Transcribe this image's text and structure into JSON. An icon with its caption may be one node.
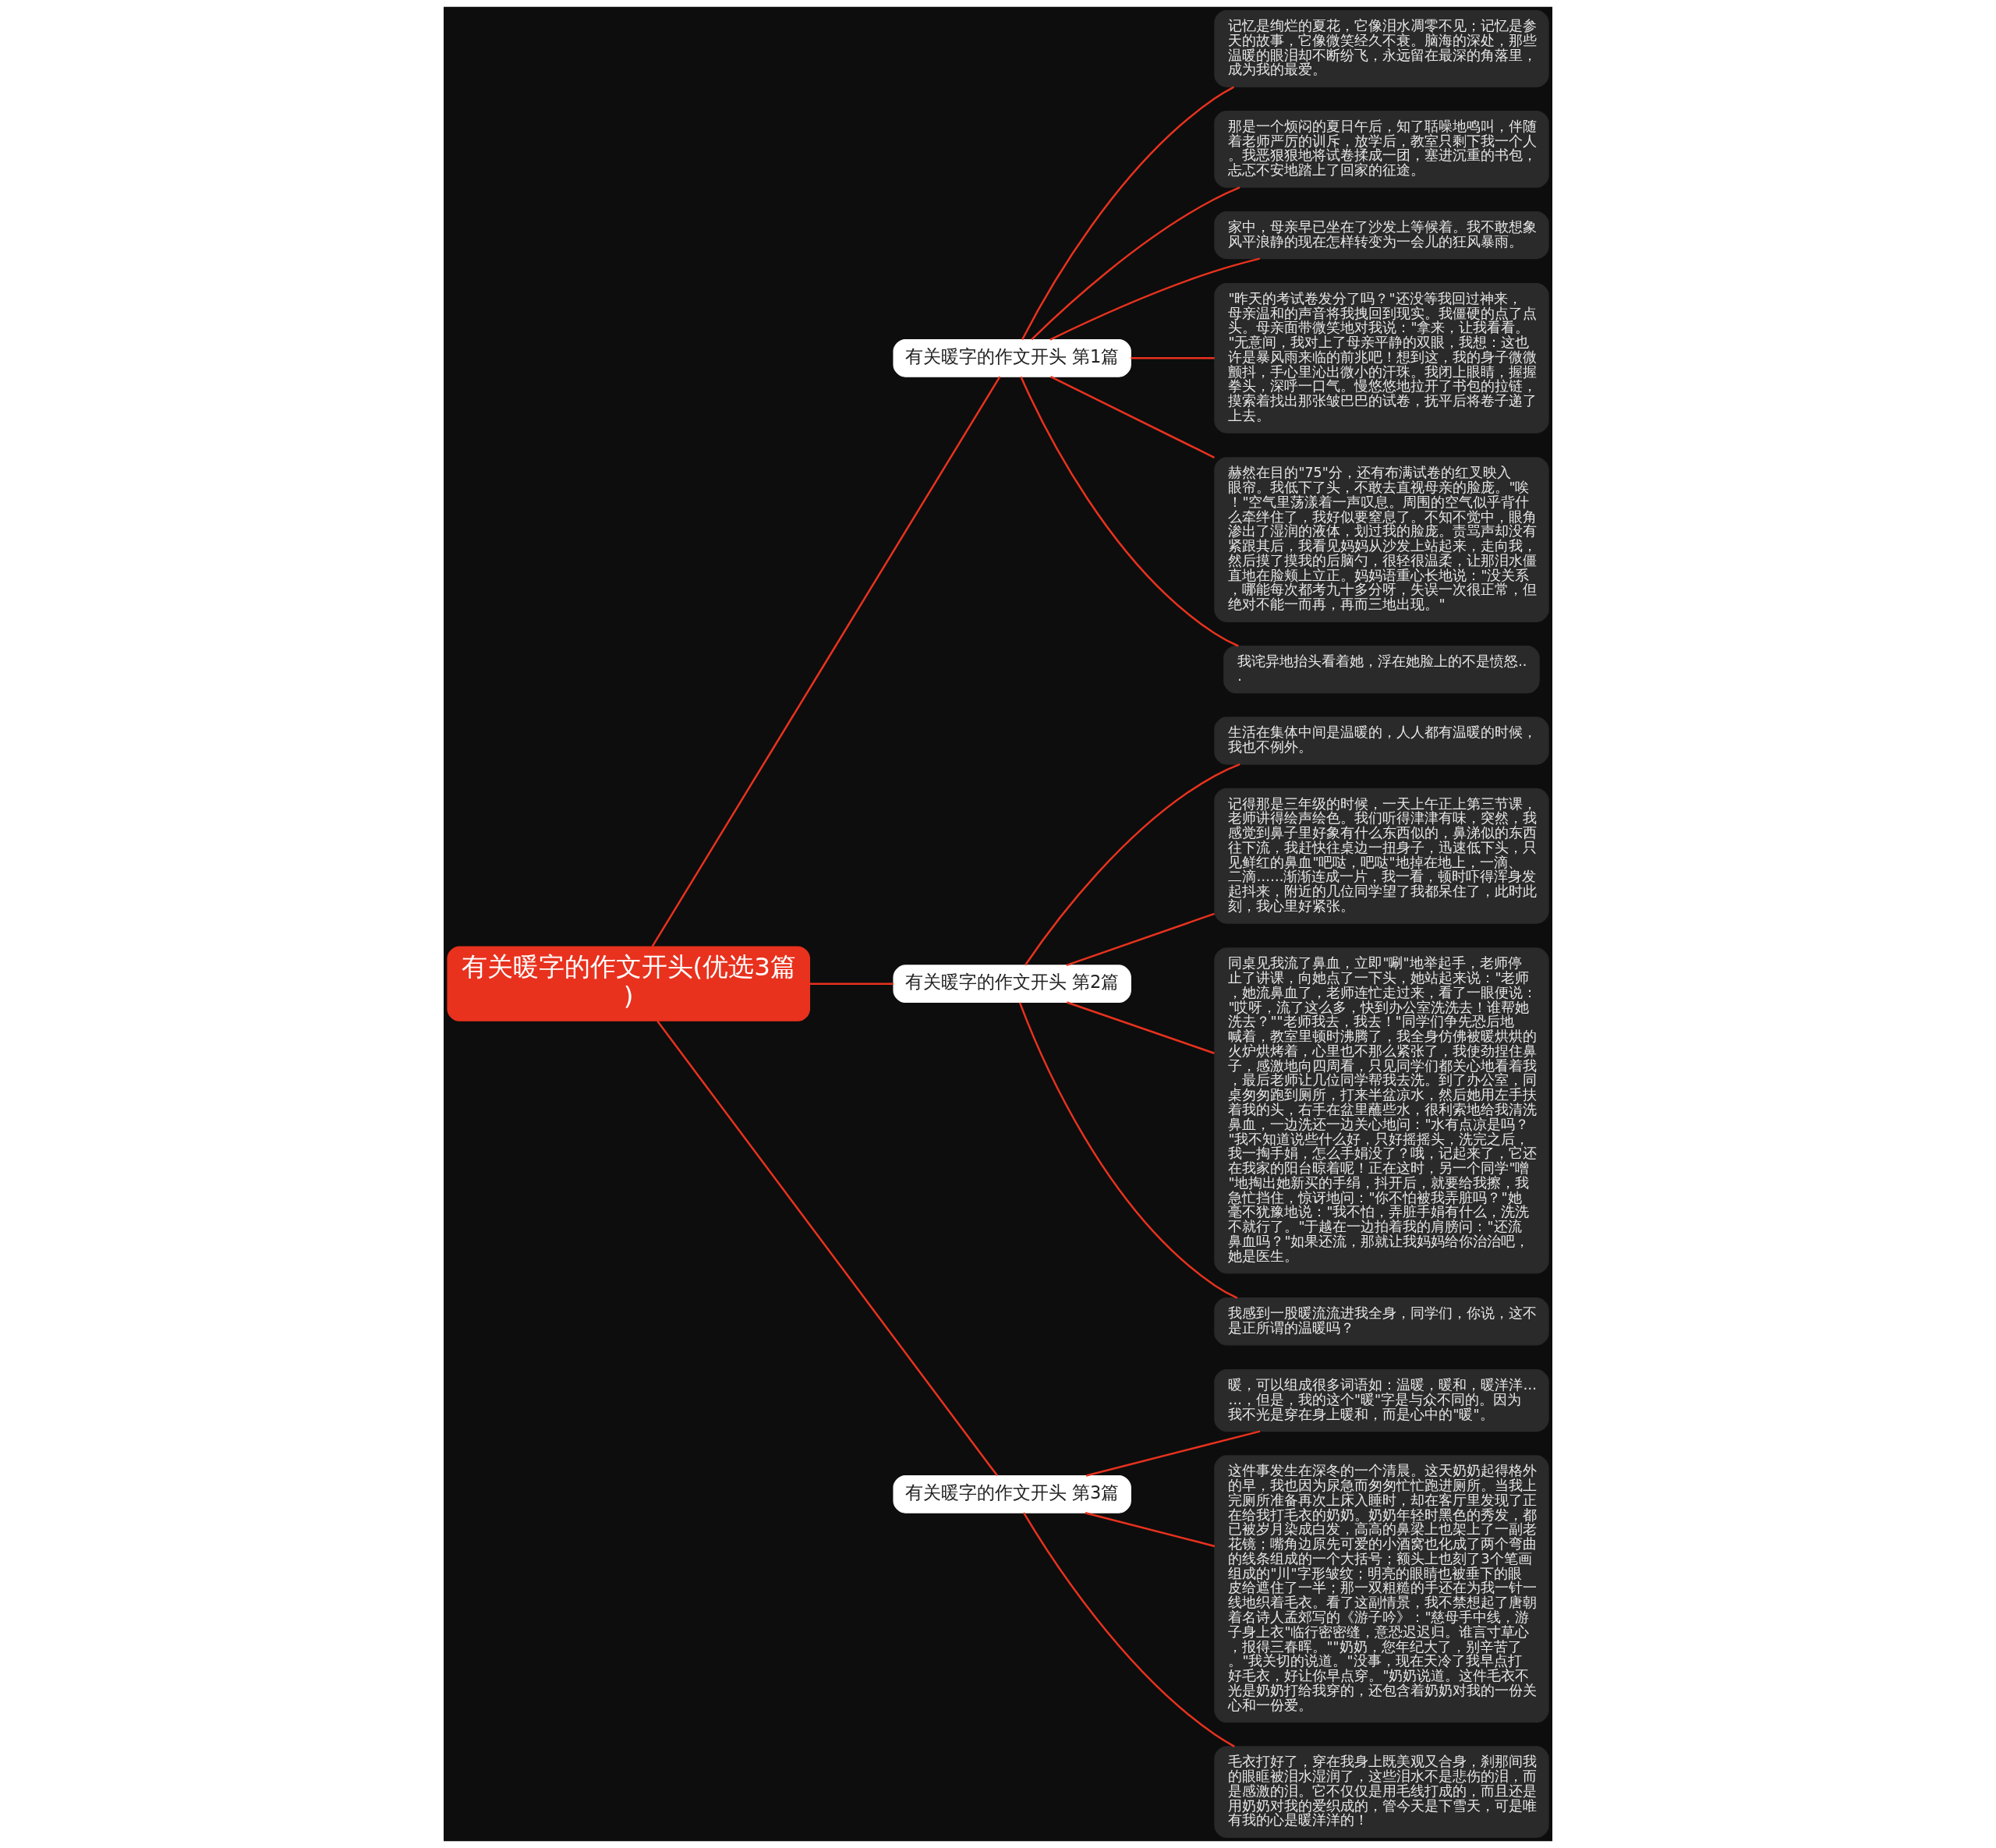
{
  "diagram": {
    "nodes": [
      {
        "text": [
          "有关暖字的作文开头(优选3篇)"
        ]
      },
      {
        "text": [
          "有关暖字的作文开头 第1篇"
        ]
      },
      {
        "text": [
          "记忆是绚烂的夏花，它像泪水凋零不见；记忆是参天的故事，它像微笑经久不衰。脑海的深处，那些温暖的眼泪却不断纷飞，永远留在最深的角落里，成为我的最爱。"
        ]
      },
      {
        "text": [
          "那是一个烦闷的夏日午后，知了聒噪地鸣叫，伴随着老师严厉的训斥，放学后，教室只剩下我一个人。我恶狠狠地将试卷揉成一团，塞进沉重的书包，忐忑不安地踏上了回家的征途。"
        ]
      },
      {
        "text": [
          "家中，母亲早已坐在了沙发上等候着。我不敢想象风平浪静的现在怎样转变为一会儿的狂风暴雨。"
        ]
      },
      {
        "text": [
          "\"昨天的考试卷发分了吗？\"还没等我回过神来，母亲温和的声音将我拽回到现实。我僵硬的点了点头。母亲面带微笑地对我说：\"拿来，让我看看。\"无意间，我对上了母亲平静的双眼，我想：这也许是暴风雨来临的前兆吧！想到这，我的身子微微颤抖，手心里沁出微小的汗珠。我闭上眼睛，握握拳头，深呼一口气。慢悠悠地拉开了书包的拉链，摸索着找出那张皱巴巴的试卷，抚平后将卷子递了上去。"
        ]
      },
      {
        "text": [
          "赫然在目的\"75\"分，还有布满试卷的红叉映入眼帘。我低下了头，不敢去直视母亲的脸庞。\"唉！\"空气里荡漾着一声叹息。周围的空气似乎背什么牵绊住了，我好似要窒息了。不知不觉中，眼角渗出了湿润的液体，划过我的脸庞。责骂声却没有紧跟其后，我看见妈妈从沙发上站起来，走向我，然后摸了摸我的后脑勺，很轻很温柔，让那泪水僵直地在脸颊上立正。妈妈语重心长地说：\"没关系，哪能每次都考九十多分呀，失误一次很正常，但绝对不能一而再，再而三地出现。\""
        ]
      },
      {
        "text": [
          "我诧异地抬头看着她，浮在她脸上的不是愤怒..."
        ]
      },
      {
        "text": [
          "有关暖字的作文开头 第2篇"
        ]
      },
      {
        "text": [
          "生活在集体中间是温暖的，人人都有温暖的时候，我也不例外。"
        ]
      },
      {
        "text": [
          "记得那是三年级的时候，一天上午正上第三节课，老师讲得绘声绘色。我们听得津津有味，突然，我感觉到鼻子里好象有什么东西似的，鼻涕似的东西往下流，我赶快往桌边一扭身子，迅速低下头，只见鲜红的鼻血\"吧哒，吧哒\"地掉在地上，一滴、二滴……渐渐连成一片，我一看，顿时吓得浑身发起抖来，附近的几位同学望了我都呆住了，此时此刻，我心里好紧张。"
        ]
      },
      {
        "text": [
          "同桌见我流了鼻血，立即\"唰\"地举起手，老师停止了讲课，向她点了一下头，她站起来说：\"老师，她流鼻血了，老师连忙走过来，看了一眼便说：\"哎呀，流了这么多，快到办公室洗洗去！谁帮她洗去？\"\"老师我去，我去！\"同学们争先恐后地喊着，教室里顿时沸腾了，我全身仿佛被暖烘烘的火炉烘烤着，心里也不那么紧张了，我使劲捏住鼻子，感激地向四周看，只见同学们都关心地看着我，最后老师让几位同学帮我去洗。到了办公室，同桌匆匆跑到厕所，打来半盆凉水，然后她用左手扶着我的头，右手在盆里蘸些水，很利索地给我清洗鼻血，一边洗还一边关心地问：\"水有点凉是吗？\"我不知道说些什么好，只好摇摇头，洗完之后，我一掏手娟，怎么手娟没了？哦，记起来了，它还在我家的阳台晾着呢！正在这时，另一个同学\"噌\"地掏出她新买的手绢，抖开后，就要给我擦，我急忙挡住，惊讶地问：\"你不怕被我弄脏吗？\"她毫不犹豫地说：\"我不怕，弄脏手娟有什么，洗洗不就行了。\"于越在一边拍着我的肩膀问：\"还流鼻血吗？\"如果还流，那就让我妈妈给你治治吧，她是医生。"
        ]
      },
      {
        "text": [
          "我感到一股暖流流进我全身，同学们，你说，这不是正所谓的温暖吗？"
        ]
      },
      {
        "text": [
          "有关暖字的作文开头 第3篇"
        ]
      },
      {
        "text": [
          "暖，可以组成很多词语如：温暖，暖和，暖洋洋……，但是，我的这个\"暖\"字是与众不同的。因为我不光是穿在身上暖和，而是心中的\"暖\"。"
        ]
      },
      {
        "text": [
          "这件事发生在深冬的一个清晨。这天奶奶起得格外的早，我也因为尿急而匆匆忙忙跑进厕所。当我上完厕所准备再次上床入睡时，却在客厅里发现了正在给我打毛衣的奶奶。奶奶年轻时黑色的秀发，都已被岁月染成白发，高高的鼻梁上也架上了一副老花镜；嘴角边原先可爱的小酒窝也化成了两个弯曲的线条组成的一个大括号；额头上也刻了3个笔画组成的\"川\"字形皱纹；明亮的眼睛也被垂下的眼皮给遮住了一半；那一双粗糙的手还在为我一针一线地织着毛衣。看了这副情景，我不禁想起了唐朝着名诗人孟郊写的《游子吟》：\"慈母手中线，游子身上衣\"临行密密缝，意恐迟迟归。谁言寸草心，报得三春晖。\"\"奶奶，您年纪大了，别辛苦了。\"我关切的说道。\"没事，现在天冷了我早点打好毛衣，好让你早点穿。\"奶奶说道。这件毛衣不光是奶奶打给我穿的，还包含着奶奶对我的一份关心和一份爱。"
        ]
      },
      {
        "text": [
          "毛衣打好了，穿在我身上既美观又合身，刹那间我的眼眶被泪水湿润了，这些泪水不是悲伤的泪，而是感激的泪。它不仅仅是用毛线打成的，而且还是用奶奶对我的爱织成的，管今天是下雪天，可是唯有我的心是暖洋洋的！"
        ]
      }
    ],
    "edges": [
      {
        "from": 0,
        "to": 1,
        "arrow": "none"
      },
      {
        "from": 1,
        "to": 2,
        "arrow": "none"
      },
      {
        "from": 1,
        "to": 3,
        "arrow": "none"
      },
      {
        "from": 1,
        "to": 4,
        "arrow": "none"
      },
      {
        "from": 1,
        "to": 5,
        "arrow": "none"
      },
      {
        "from": 1,
        "to": 6,
        "arrow": "none"
      },
      {
        "from": 1,
        "to": 7,
        "arrow": "none"
      },
      {
        "from": 0,
        "to": 8,
        "arrow": "none"
      },
      {
        "from": 8,
        "to": 9,
        "arrow": "none"
      },
      {
        "from": 8,
        "to": 10,
        "arrow": "none"
      },
      {
        "from": 8,
        "to": 11,
        "arrow": "none"
      },
      {
        "from": 8,
        "to": 12,
        "arrow": "none"
      },
      {
        "from": 0,
        "to": 13,
        "arrow": "none"
      },
      {
        "from": 13,
        "to": 14,
        "arrow": "none"
      },
      {
        "from": 13,
        "to": 15,
        "arrow": "none"
      },
      {
        "from": 13,
        "to": 16,
        "arrow": "none"
      }
    ]
  }
}
